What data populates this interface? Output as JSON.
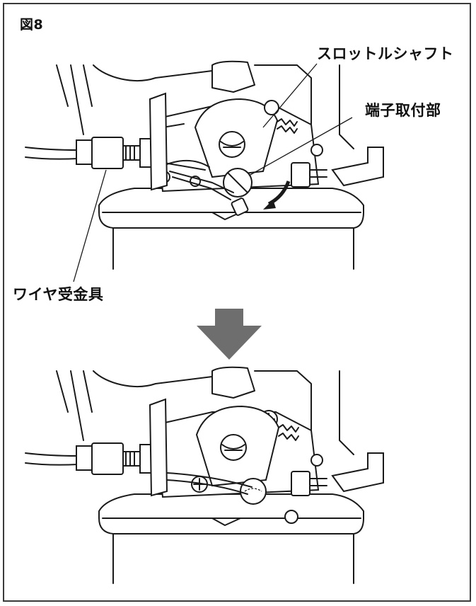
{
  "figure": {
    "title": "図8"
  },
  "callouts": {
    "throttle_shaft": "スロットルシャフト",
    "terminal_mount": "端子取付部",
    "wire_fitting": "ワイヤ受金具"
  },
  "colors": {
    "line": "#1a1a1a",
    "arrow_fill": "#6e6e6e",
    "frame": "#3a3a3a"
  },
  "icons": {
    "down_arrow": "down-arrow-icon"
  }
}
